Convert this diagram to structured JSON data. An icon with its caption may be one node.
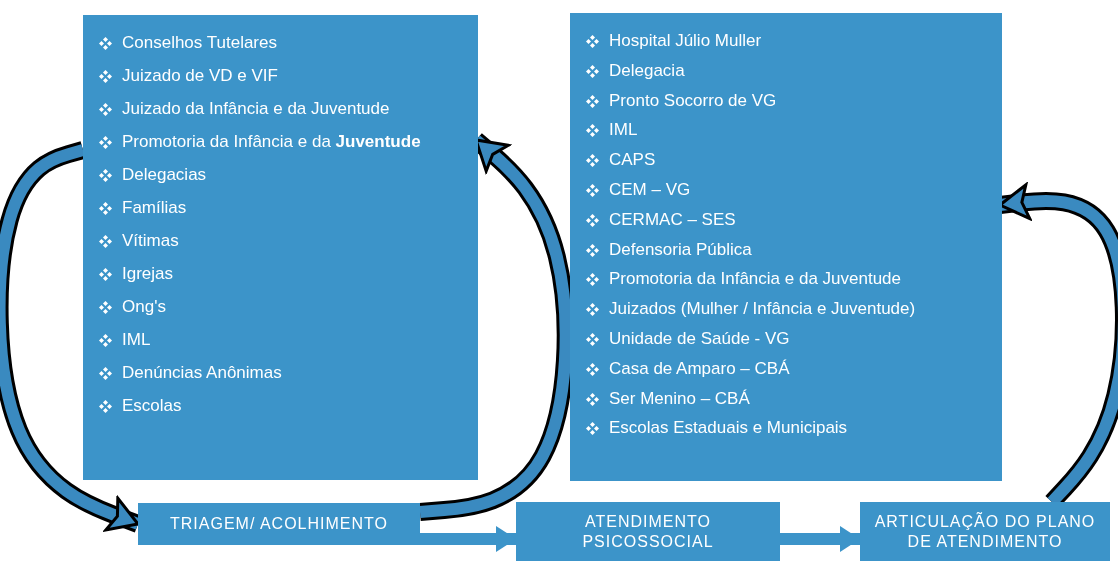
{
  "diagram": {
    "nodes": [
      {
        "text": [
          "Conselhos Tutelares",
          "Juizado de VD e VIF",
          "Juizado da Infância e da Juventude",
          "Promotoria da Infância e da **Juventude**",
          "Delegacias",
          "Famílias",
          "Vítimas",
          "Igrejas",
          "Ong's",
          "IML",
          "Denúncias Anônimas",
          "Escolas"
        ]
      },
      {
        "text": [
          "Hospital Júlio Muller",
          "Delegacia",
          "Pronto Socorro de VG",
          "IML",
          "CAPS",
          "CEM – VG",
          "CERMAC – SES",
          "Defensoria Pública",
          "Promotoria da Infância e da Juventude",
          "Juizados (Mulher / Infância e Juventude)",
          "Unidade de Saúde - VG",
          "Casa de Amparo – CBÁ",
          "Ser Menino – CBÁ",
          "Escolas Estaduais e Municipais"
        ]
      },
      {
        "text": [
          "TRIAGEM/ ACOLHIMENTO"
        ]
      },
      {
        "text": [
          "ATENDIMENTO PSICOSSOCIAL"
        ]
      },
      {
        "text": [
          "ARTICULAÇÃO DO PLANO DE ATENDIMENTO"
        ]
      }
    ],
    "edges": [
      {
        "from": 0,
        "to": 2,
        "arrow": "to"
      },
      {
        "from": 2,
        "to": 0,
        "arrow": "to"
      },
      {
        "from": 2,
        "to": 3,
        "arrow": "to"
      },
      {
        "from": 3,
        "to": 4,
        "arrow": "to"
      },
      {
        "from": 4,
        "to": 1,
        "arrow": "to"
      }
    ]
  }
}
